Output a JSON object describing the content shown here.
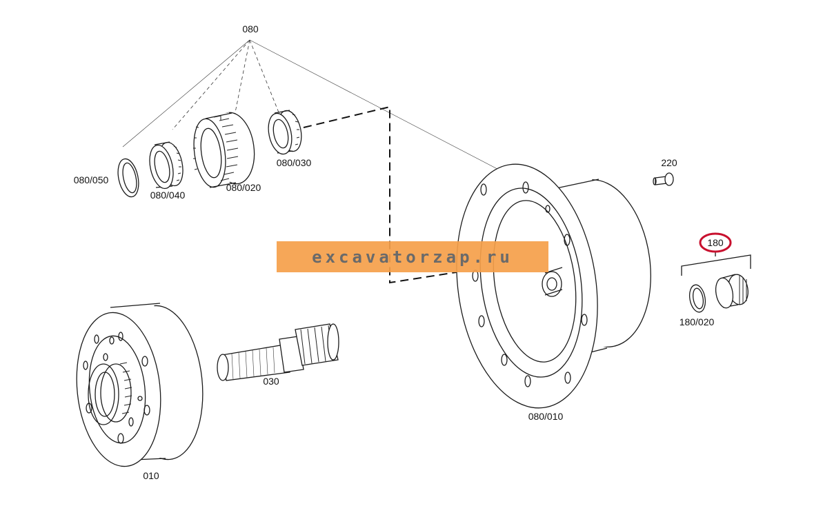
{
  "diagram": {
    "labels": {
      "assembly": "080",
      "ring": "080/050",
      "bearing_inner": "080/040",
      "gear": "080/020",
      "bearing_outer": "080/030",
      "housing": "080/010",
      "drum": "010",
      "shaft": "030",
      "bolt": "220",
      "plug_group": "180",
      "seal_ring": "180/020"
    },
    "watermark": "excavatorzap.ru",
    "colors": {
      "watermark_bg": "#f5a04a",
      "watermark_text": "#6a6a6a",
      "highlight_circle": "#c8102e",
      "line": "#1a1a1a"
    }
  }
}
